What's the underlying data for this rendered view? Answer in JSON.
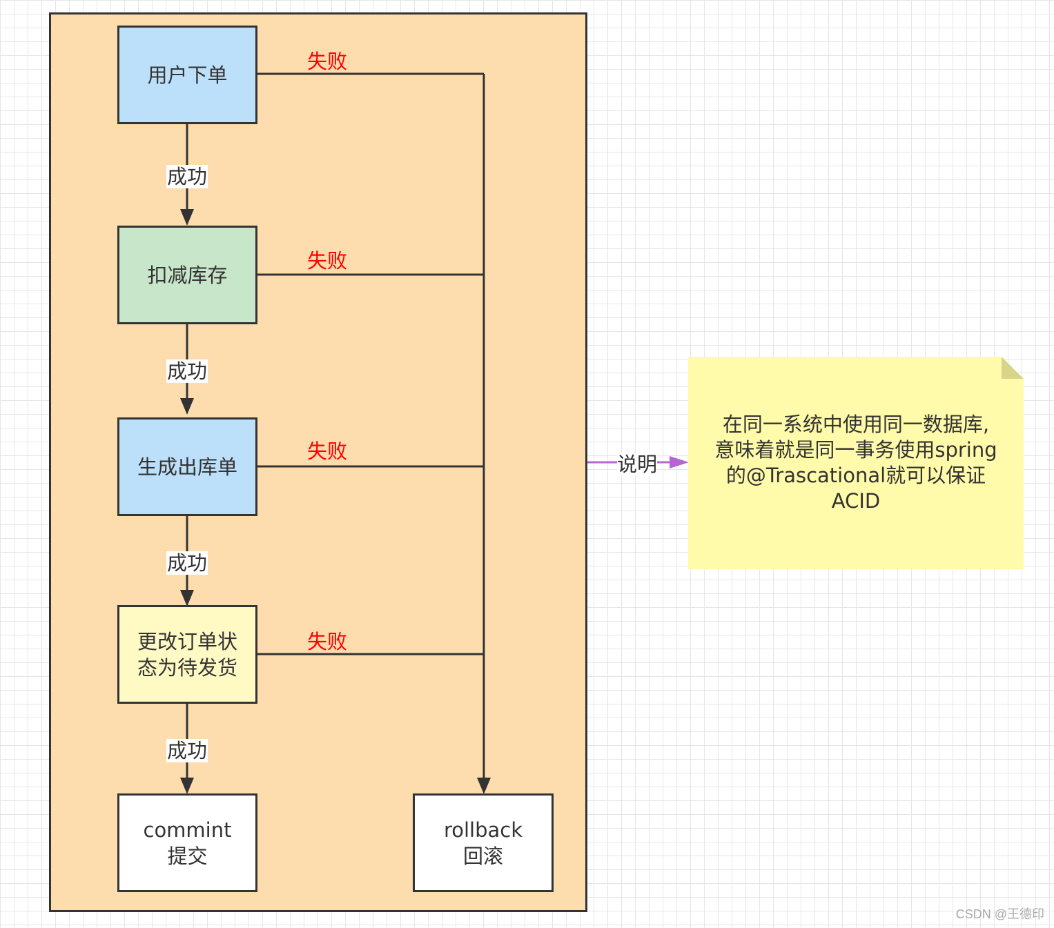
{
  "colors": {
    "container_fill": "#fddcad",
    "blue_fill": "#bde0fa",
    "green_fill": "#c8e6c9",
    "yellow_fill": "#fff9c4",
    "white_fill": "#ffffff",
    "stroke": "#333333",
    "fail_text": "#ff0000",
    "note_fill": "#fffbaa",
    "note_fold": "#d6d58a",
    "note_connector": "#b666d2"
  },
  "steps": {
    "order": {
      "label": "用户下单"
    },
    "stock": {
      "label": "扣减库存"
    },
    "outbound": {
      "label": "生成出库单"
    },
    "status": {
      "line1": "更改订单状",
      "line2": "态为待发货"
    },
    "commit": {
      "line1": "commint",
      "line2": "提交"
    },
    "rollback": {
      "line1": "rollback",
      "line2": "回滚"
    }
  },
  "edges": {
    "success_label": "成功",
    "fail_label": "失败"
  },
  "note": {
    "connector_label": "说明",
    "line1": "在同一系统中使用同一数据库,",
    "line2": "意味着就是同一事务使用spring",
    "line3": "的@Trascational就可以保证",
    "line4": "ACID"
  },
  "watermark": "CSDN @王德印"
}
